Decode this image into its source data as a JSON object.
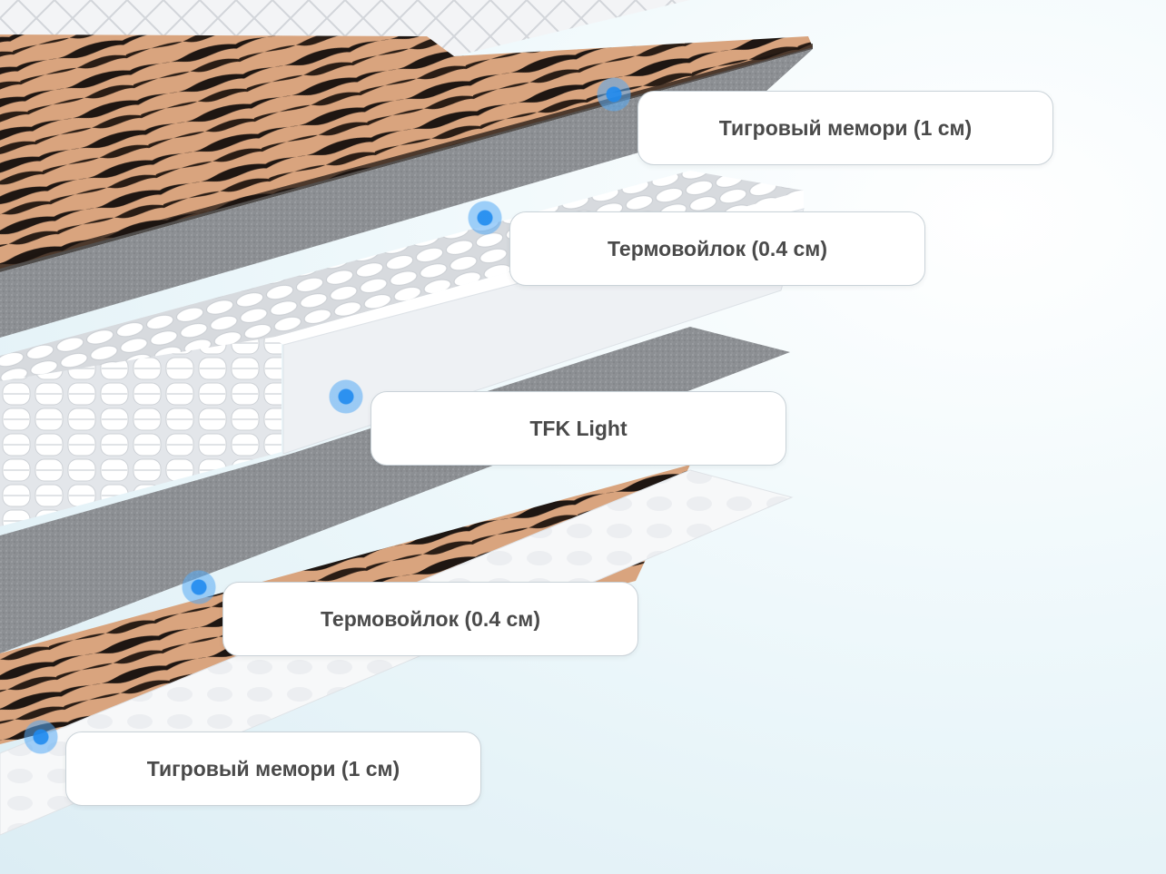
{
  "layers": [
    {
      "label": "Тигровый мемори (1 см)"
    },
    {
      "label": "Термовойлок (0.4 см)"
    },
    {
      "label": "TFK Light"
    },
    {
      "label": "Термовойлок (0.4 см)"
    },
    {
      "label": "Тигровый мемори (1 см)"
    }
  ],
  "colors": {
    "tiger_base": "#d9a47e",
    "tiger_stripe": "#1e1612",
    "felt": "#8c8f93",
    "foam_white": "#f4f6f8",
    "marker": "#2d8ef0",
    "label_text": "#4a4a4a"
  }
}
